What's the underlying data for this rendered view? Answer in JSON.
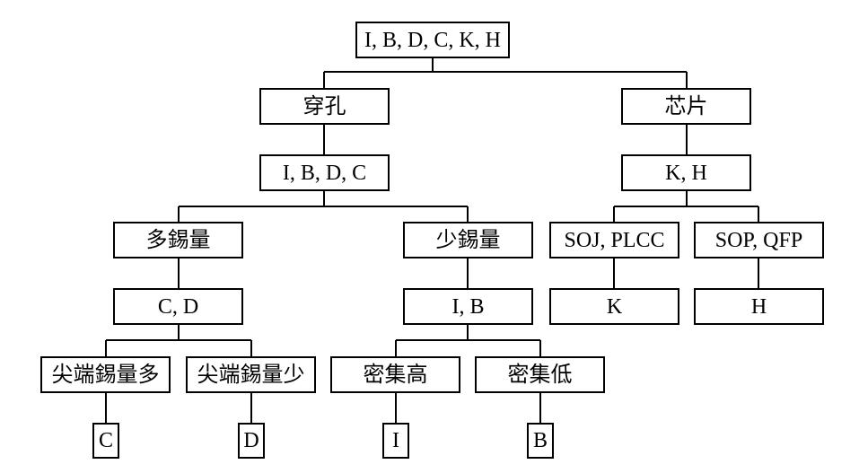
{
  "nodes": {
    "root": "I, B, D, C, K, H",
    "through_hole": "穿孔",
    "chip": "芯片",
    "through_hole_set": "I, B, D, C",
    "chip_set": "K, H",
    "much_solder": "多錫量",
    "little_solder": "少錫量",
    "soj_plcc": "SOJ, PLCC",
    "sop_qfp": "SOP, QFP",
    "much_solder_set": "C, D",
    "little_solder_set": "I, B",
    "soj_plcc_leaf": "K",
    "sop_qfp_leaf": "H",
    "tip_solder_much": "尖端錫量多",
    "tip_solder_little": "尖端錫量少",
    "density_high": "密集高",
    "density_low": "密集低",
    "leaf_c": "C",
    "leaf_d": "D",
    "leaf_i": "I",
    "leaf_b": "B"
  },
  "colors": {
    "stroke": "#000000",
    "background": "#ffffff"
  }
}
